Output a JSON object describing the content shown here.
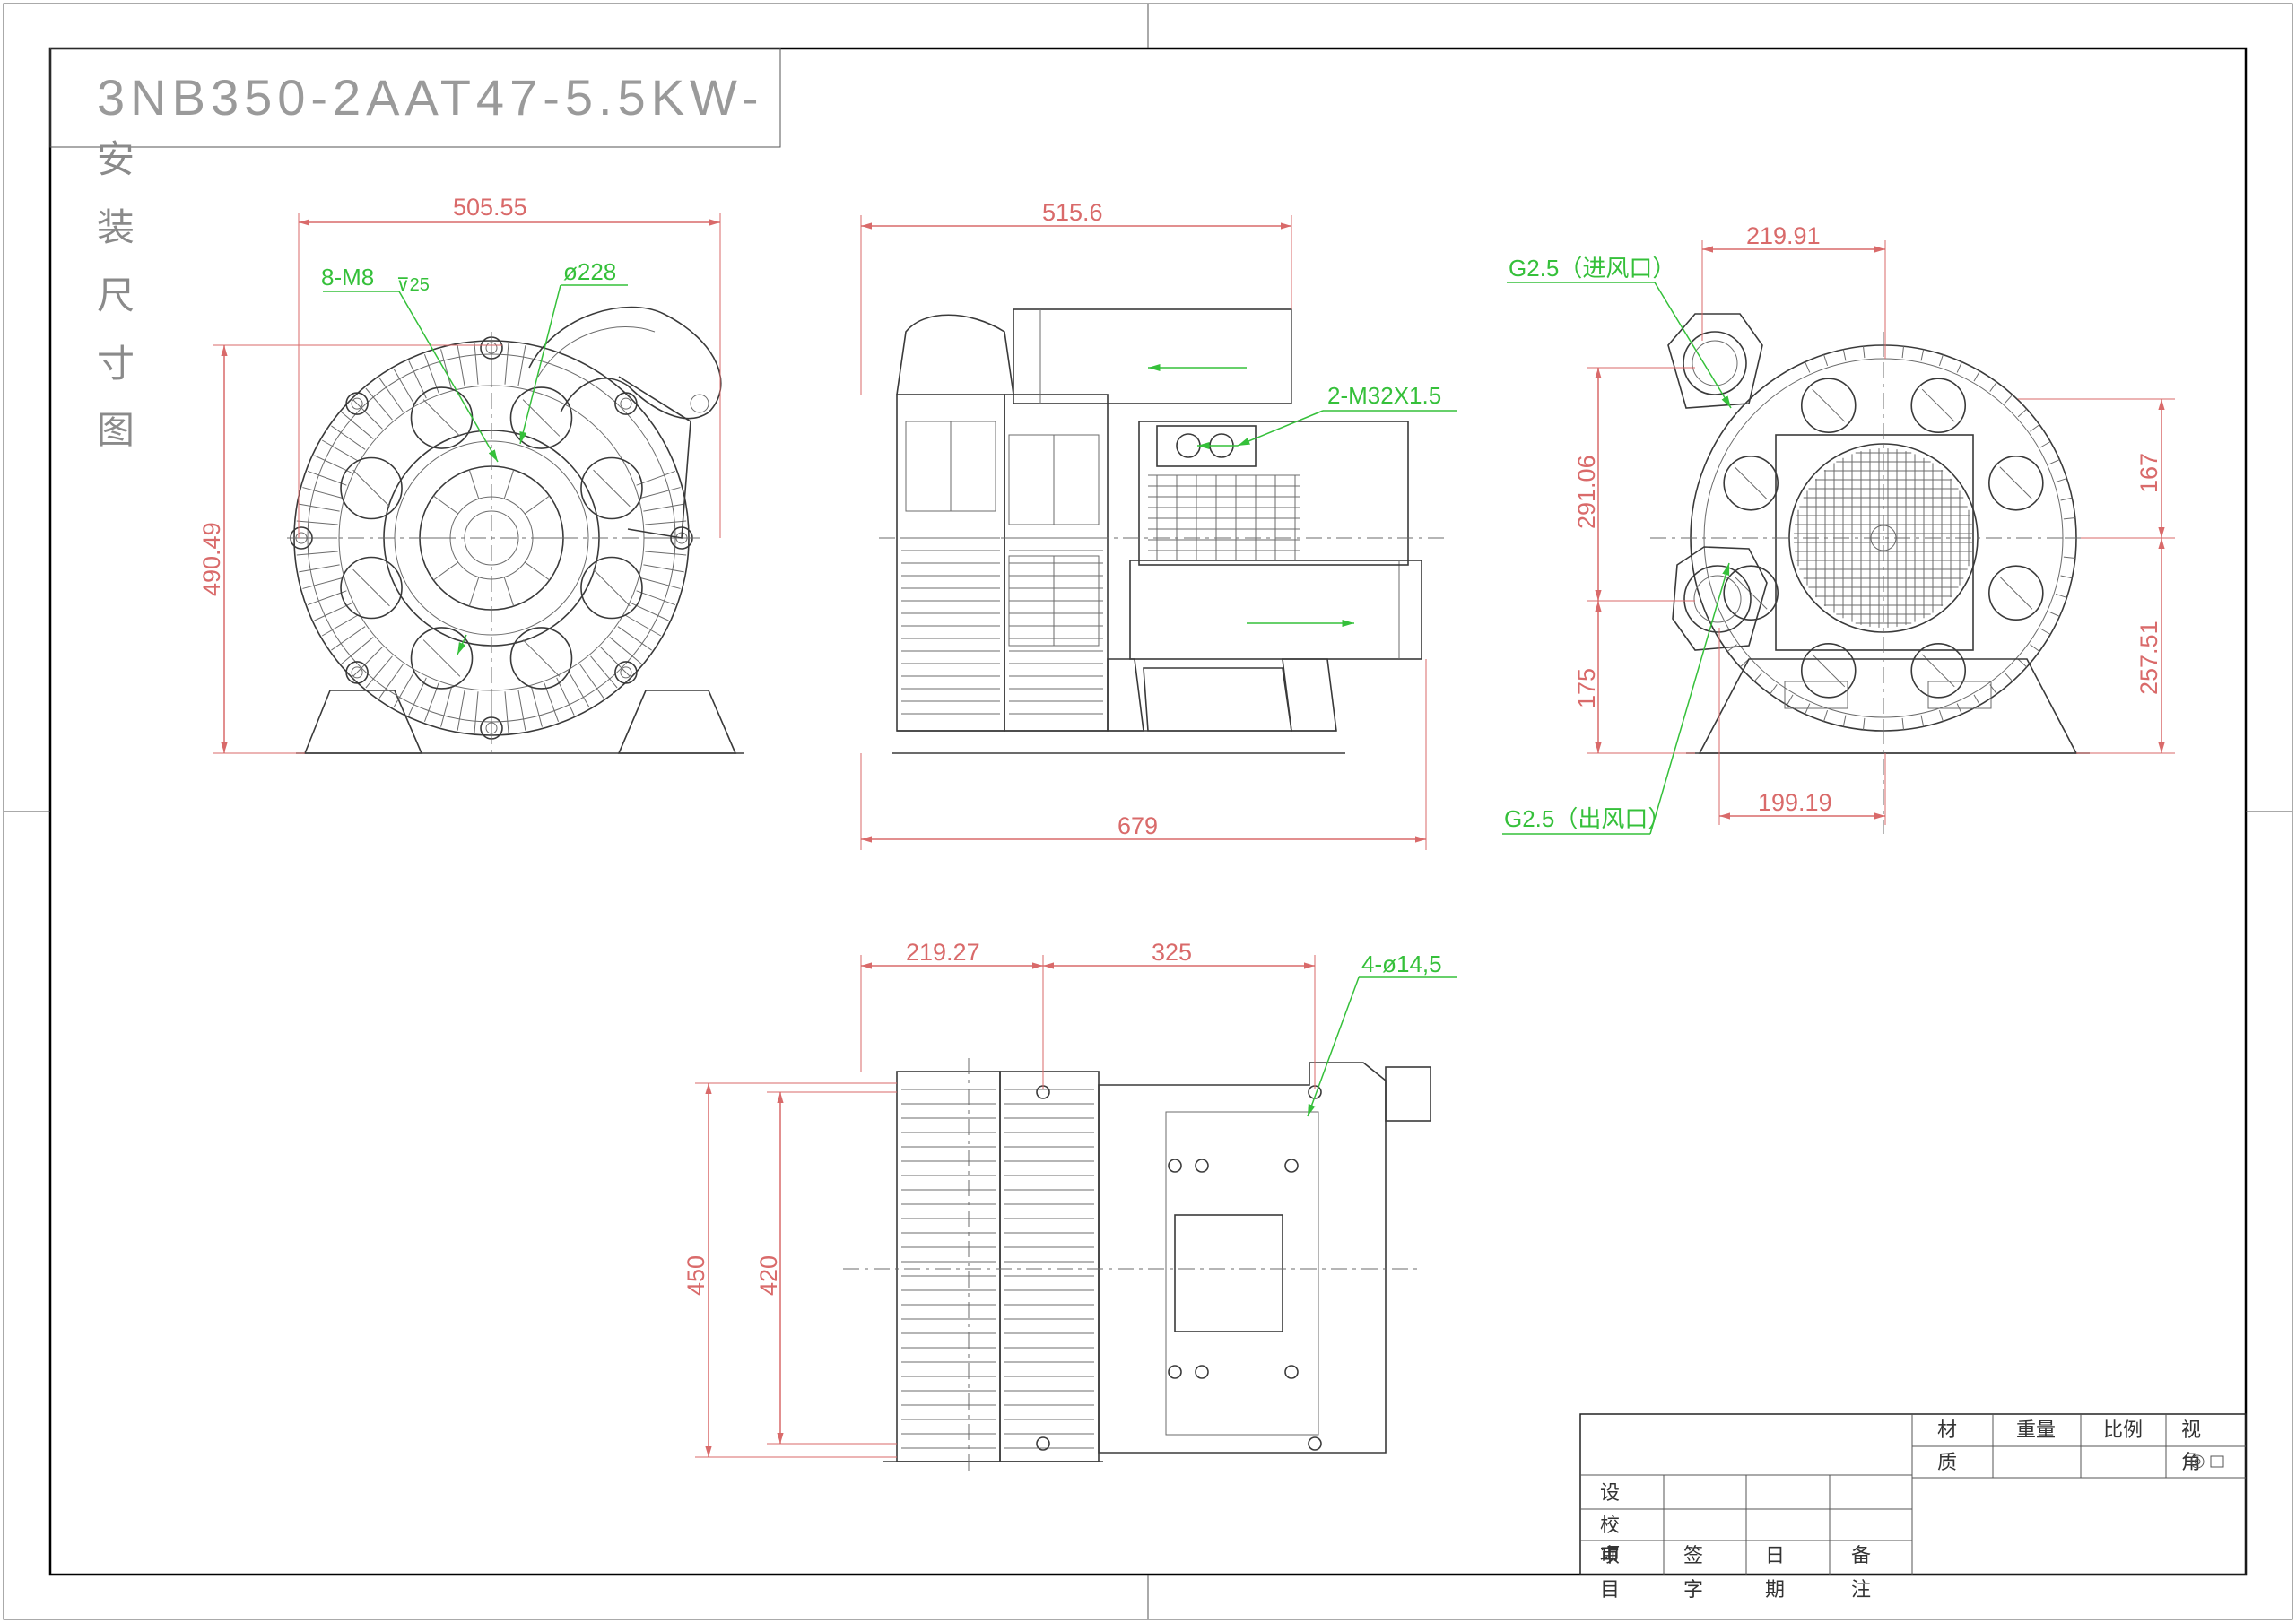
{
  "title_box": {
    "model": "3NB350-2AAT47-5.5KW-",
    "vertical_title": [
      "安",
      "装",
      "尺",
      "寸",
      "图"
    ]
  },
  "front_view": {
    "width_dim": "505.55",
    "height_dim": "490.49",
    "bolt_callout": "8-M8",
    "bolt_depth": "⊽25",
    "diameter_callout": "ø228"
  },
  "side_view": {
    "top_dim": "515.6",
    "bottom_dim": "679",
    "cable_callout": "2-M32X1.5"
  },
  "rear_view": {
    "top_dim": "219.91",
    "bottom_dim": "199.19",
    "dim_upper_left": "291.06",
    "dim_lower_left": "175",
    "dim_upper_right": "167",
    "dim_lower_right": "257.51",
    "inlet_label": "G2.5（进风口）",
    "outlet_label": "G2.5（出风口）"
  },
  "top_view": {
    "dim_a": "219.27",
    "dim_b": "325",
    "hole_callout": "4-ø14,5",
    "dim_outer": "450",
    "dim_inner": "420"
  },
  "title_block": {
    "material_1": "材",
    "material_2": "质",
    "weight": "重量",
    "scale": "比例",
    "view_1": "视",
    "view_2": "角",
    "design": "设",
    "check": "校",
    "approve": "审",
    "item_1": "项",
    "item_2": "目",
    "sign_1": "签",
    "sign_2": "字",
    "date_1": "日",
    "date_2": "期",
    "note_1": "备",
    "note_2": "注"
  }
}
